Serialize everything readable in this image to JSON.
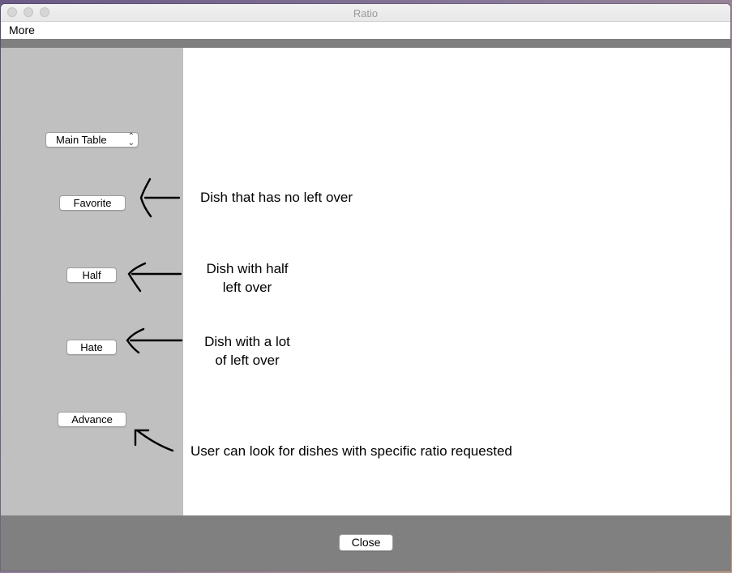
{
  "window": {
    "title": "Ratio"
  },
  "menubar": {
    "items": [
      {
        "label": "More"
      }
    ]
  },
  "sidebar": {
    "table_select": {
      "value": "Main Table"
    },
    "buttons": {
      "favorite": "Favorite",
      "half": "Half",
      "hate": "Hate",
      "advance": "Advance"
    }
  },
  "annotations": {
    "favorite": "Dish that has no left over",
    "half_line1": "Dish with half",
    "half_line2": "left over",
    "hate_line1": "Dish with a lot",
    "hate_line2": "of left over",
    "advance": "User can look for dishes with specific ratio requested"
  },
  "footer": {
    "close_label": "Close"
  },
  "colors": {
    "sidebar_bg": "#c0c0c0",
    "footer_bg": "#808080",
    "content_bg": "#ffffff"
  }
}
